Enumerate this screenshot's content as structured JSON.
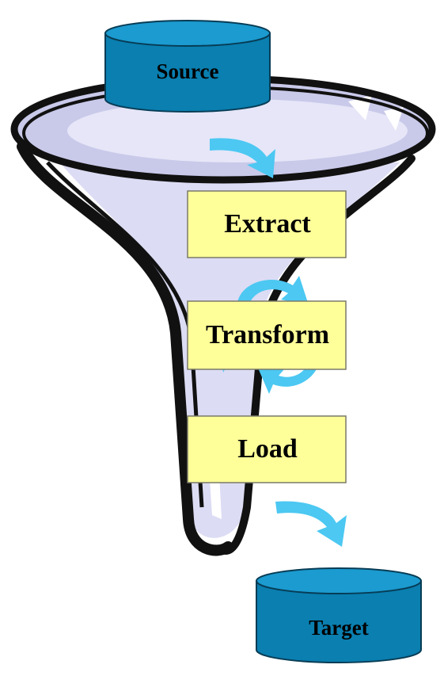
{
  "diagram": {
    "source": {
      "label": "Source"
    },
    "steps": [
      {
        "label": "Extract"
      },
      {
        "label": "Transform"
      },
      {
        "label": "Load"
      }
    ],
    "target": {
      "label": "Target"
    }
  },
  "colors": {
    "database_fill": "#0a7fb0",
    "database_top": "#1b9bd0",
    "database_outline": "#073c55",
    "step_box_fill": "#ffff99",
    "step_box_outline": "#7a7a6a",
    "funnel_interior": "#d5d5f0",
    "funnel_outline": "#111111",
    "arrow": "#4cc8f2"
  }
}
